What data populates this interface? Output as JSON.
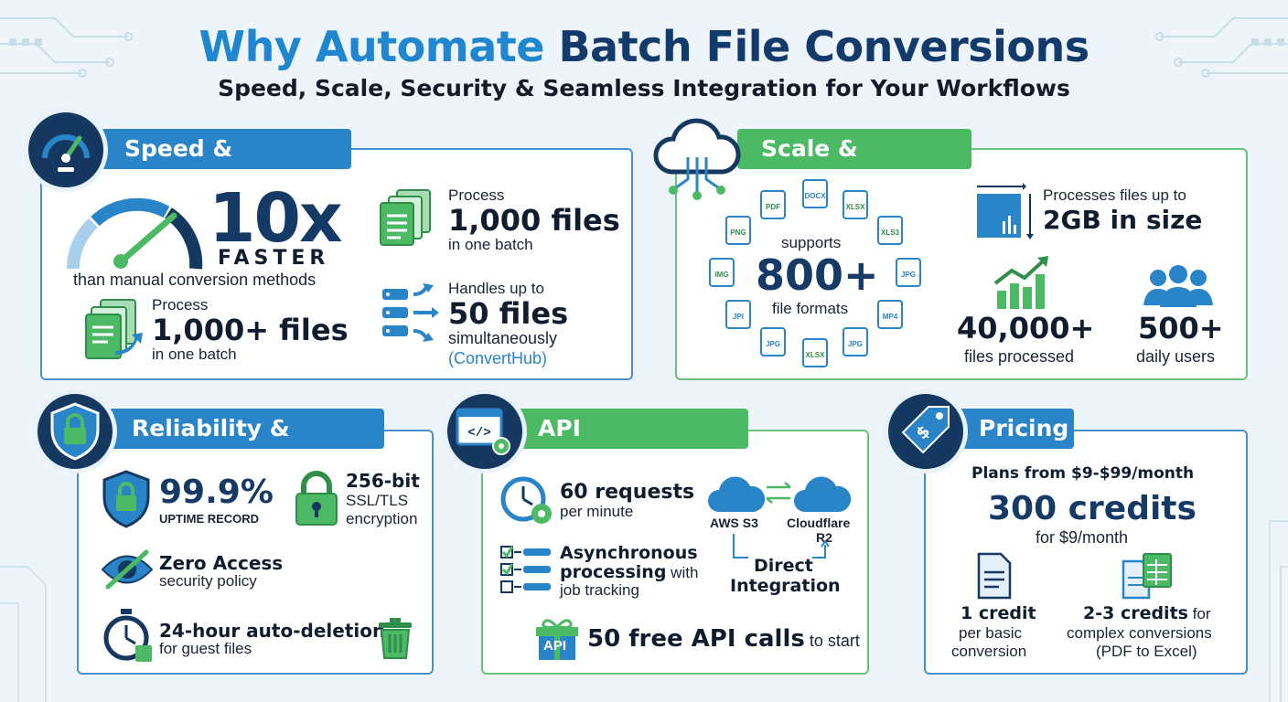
{
  "header": {
    "title_part1": "Why Automate",
    "title_part2": "Batch File Conversions",
    "subtitle": "Speed, Scale, Security & Seamless Integration for Your Workflows"
  },
  "speed": {
    "heading": "Speed & Efficiency",
    "multiplier": "10x",
    "faster": "FASTER",
    "faster_caption": "than manual conversion methods",
    "batch_a_pre": "Process",
    "batch_a_value": "1,000+ files",
    "batch_a_post": "in one batch",
    "batch_b_pre": "Process",
    "batch_b_value": "1,000 files",
    "batch_b_post": "in one batch",
    "sim_pre": "Handles up to",
    "sim_value": "50 files",
    "sim_post": "simultaneously",
    "sim_source": "(ConvertHub)"
  },
  "scale": {
    "heading": "Scale & Capacity",
    "supports": "supports",
    "formats_value": "800+",
    "formats_label": "file formats",
    "format_badges": [
      "PDF",
      "DOCX",
      "XLSX",
      "XLS3",
      "JPG",
      "MP4",
      "JPG",
      "XLSX",
      "JPG",
      "JPI",
      "IMG",
      "PNG"
    ],
    "size_pre": "Processes files up to",
    "size_value": "2GB in size",
    "processed_value": "40,000+",
    "processed_label": "files processed",
    "users_value": "500+",
    "users_label": "daily users"
  },
  "security": {
    "heading": "Reliability & Security",
    "uptime_value": "99.9%",
    "uptime_label": "UPTIME RECORD",
    "enc_value": "256-bit",
    "enc_line1": "SSL/TLS",
    "enc_line2": "encryption",
    "zero_title": "Zero Access",
    "zero_sub": "security policy",
    "del_title": "24-hour auto-deletion",
    "del_sub": "for guest files"
  },
  "api": {
    "heading": "API Performance",
    "req_value": "60 requests",
    "req_sub": "per minute",
    "async_line1": "Asynchronous",
    "async_line2a": "processing",
    "async_line2b": " with",
    "async_line3": "job tracking",
    "aws": "AWS S3",
    "cf_line1": "Cloudflare",
    "cf_line2": "R2",
    "direct1": "Direct",
    "direct2": "Integration",
    "gift_label": "API",
    "free_bold": "50 free API calls",
    "free_rest": " to start"
  },
  "pricing": {
    "heading": "Pricing",
    "plans": "Plans from $9-$99/month",
    "credits_value": "300 credits",
    "credits_sub": "for $9/month",
    "basic_bold": "1 credit",
    "basic_l2": "per basic",
    "basic_l3": "conversion",
    "complex_bold": "2-3 credits",
    "complex_rest": " for",
    "complex_l2": "complex conversions",
    "complex_l3": "(PDF to Excel)"
  },
  "colors": {
    "blue": "#2a84c8",
    "navy": "#14385f",
    "green": "#4cb964",
    "light_bg": "#eef5fa"
  },
  "icons": [
    "speedometer-icon",
    "cloud-network-icon",
    "shield-lock-icon",
    "code-window-icon",
    "price-tag-icon",
    "documents-icon",
    "servers-icon",
    "file-format-icon",
    "resize-icon",
    "growth-chart-icon",
    "users-icon",
    "padlock-icon",
    "eye-slash-icon",
    "stopwatch-icon",
    "trash-icon",
    "clock-gear-icon",
    "checklist-icon",
    "cloud-icon",
    "gift-icon",
    "spreadsheet-icon"
  ]
}
